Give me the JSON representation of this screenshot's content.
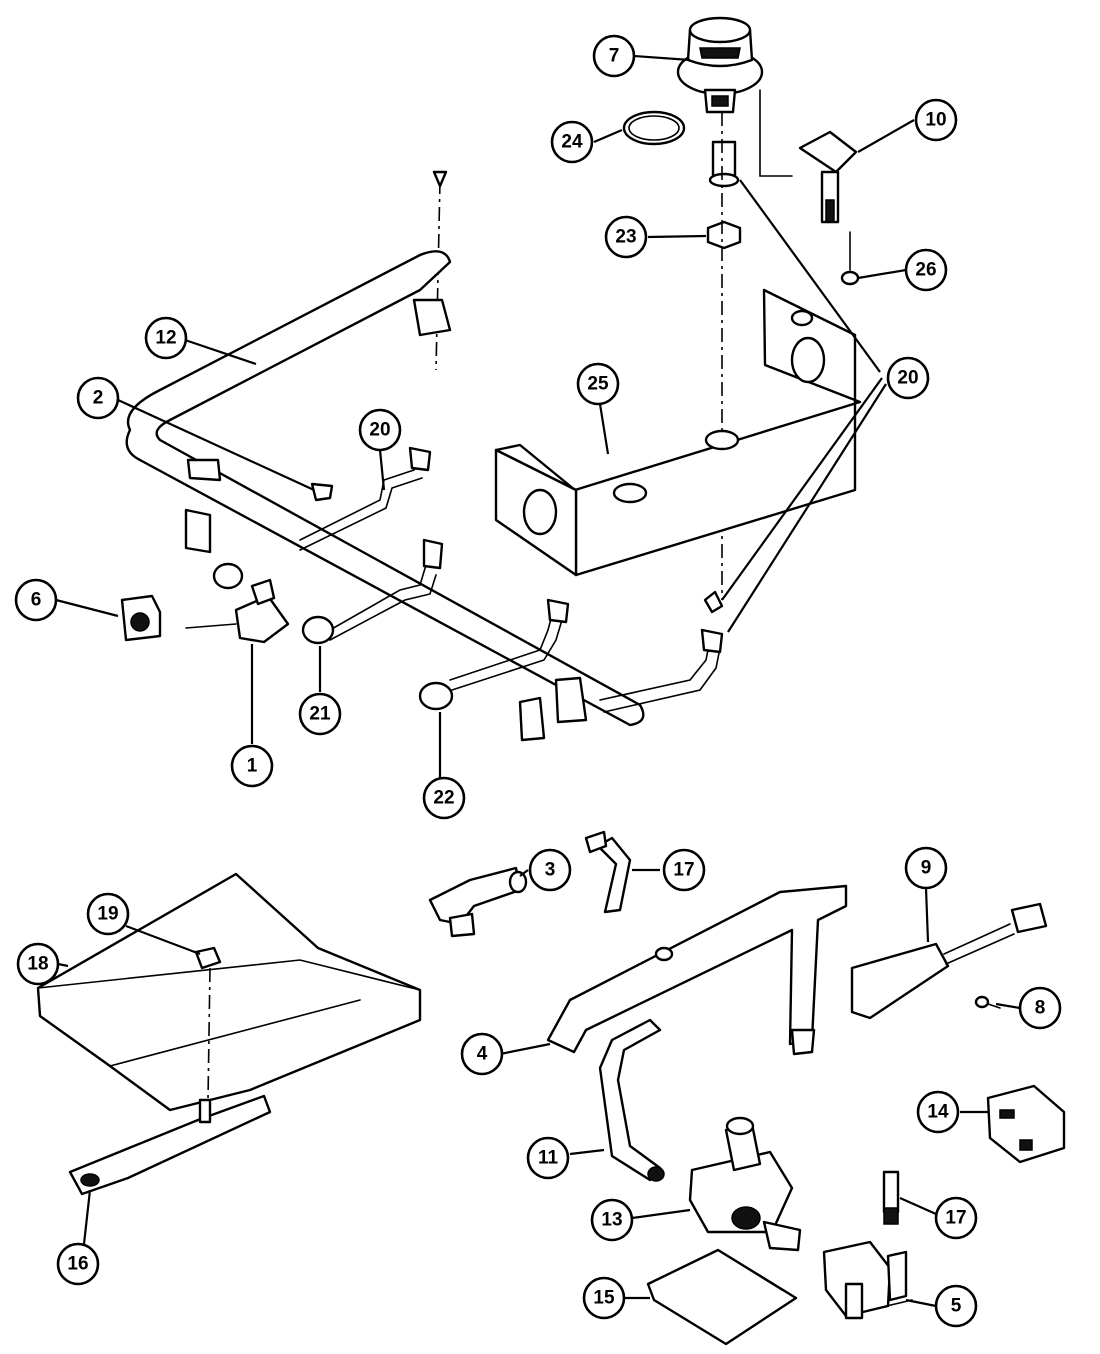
{
  "callouts": [
    {
      "id": "c7",
      "label": "7"
    },
    {
      "id": "c24",
      "label": "24"
    },
    {
      "id": "c10",
      "label": "10"
    },
    {
      "id": "c23",
      "label": "23"
    },
    {
      "id": "c26",
      "label": "26"
    },
    {
      "id": "c12",
      "label": "12"
    },
    {
      "id": "c25",
      "label": "25"
    },
    {
      "id": "c20a",
      "label": "20"
    },
    {
      "id": "c2",
      "label": "2"
    },
    {
      "id": "c20b",
      "label": "20"
    },
    {
      "id": "c6",
      "label": "6"
    },
    {
      "id": "c21",
      "label": "21"
    },
    {
      "id": "c1",
      "label": "1"
    },
    {
      "id": "c22",
      "label": "22"
    },
    {
      "id": "c3",
      "label": "3"
    },
    {
      "id": "c17a",
      "label": "17"
    },
    {
      "id": "c9",
      "label": "9"
    },
    {
      "id": "c19",
      "label": "19"
    },
    {
      "id": "c18",
      "label": "18"
    },
    {
      "id": "c8",
      "label": "8"
    },
    {
      "id": "c4",
      "label": "4"
    },
    {
      "id": "c14",
      "label": "14"
    },
    {
      "id": "c11",
      "label": "11"
    },
    {
      "id": "c13",
      "label": "13"
    },
    {
      "id": "c17b",
      "label": "17"
    },
    {
      "id": "c16",
      "label": "16"
    },
    {
      "id": "c15",
      "label": "15"
    },
    {
      "id": "c5",
      "label": "5"
    }
  ]
}
